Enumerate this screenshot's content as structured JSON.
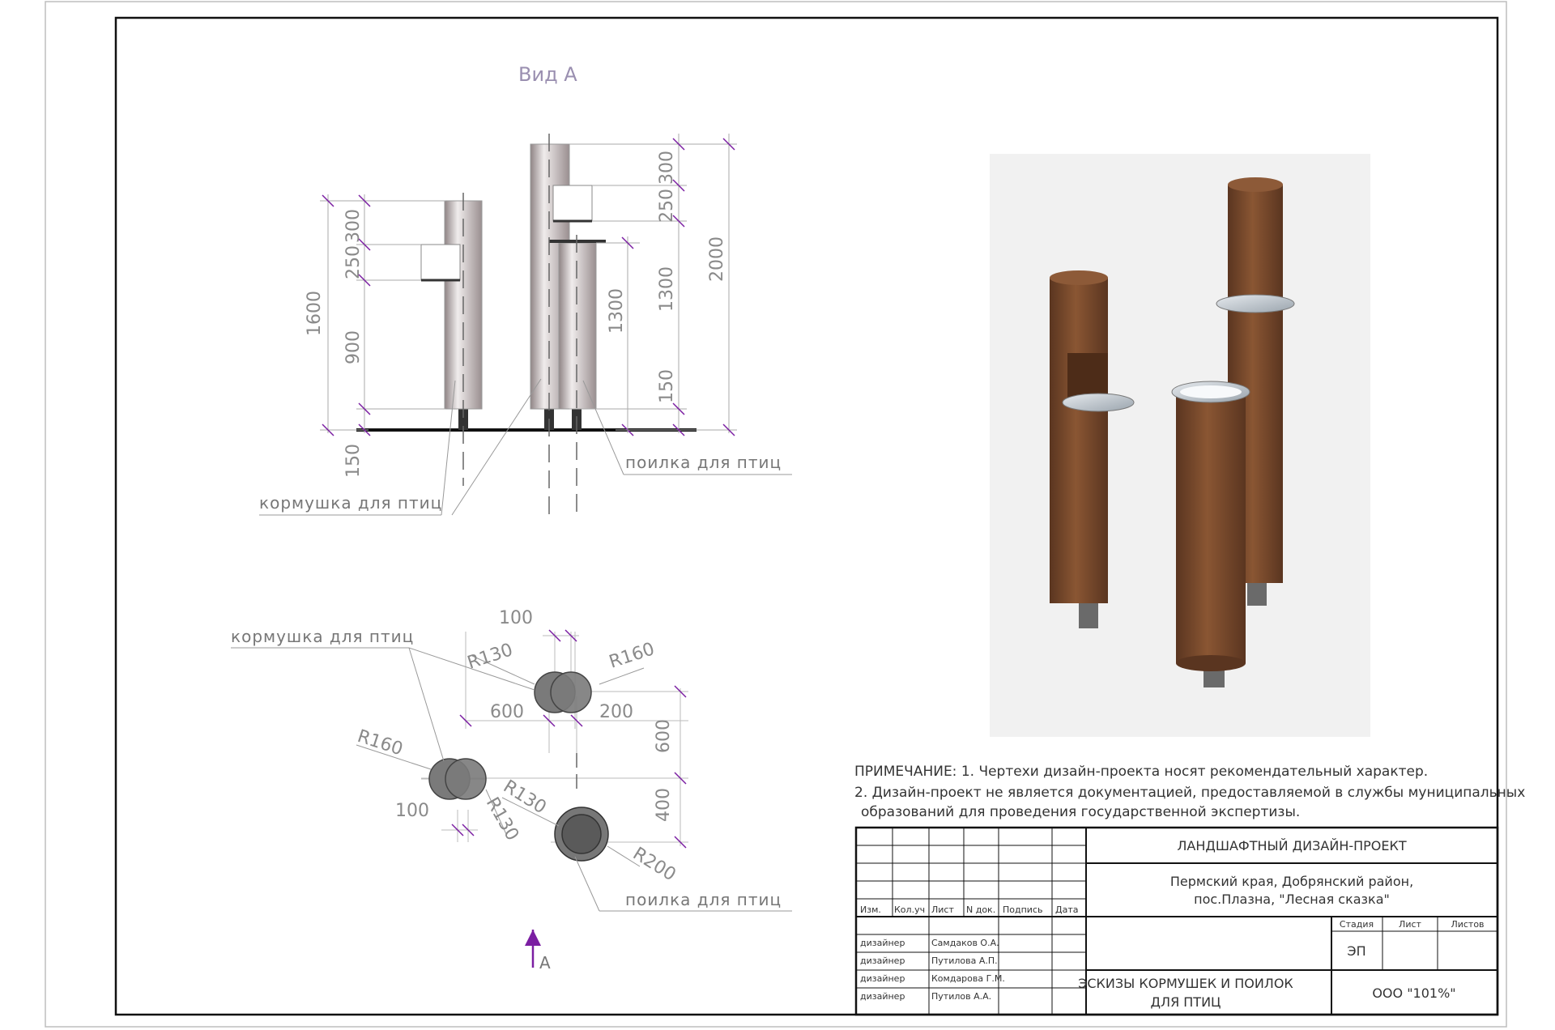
{
  "view_title": "Вид А",
  "front_view": {
    "dims_left": [
      "1600",
      "300",
      "250",
      "900",
      "150"
    ],
    "dims_mid": [
      "1300"
    ],
    "dims_right": [
      "300",
      "250",
      "1300",
      "150",
      "2000"
    ],
    "label_feeder": "кормушка для птиц",
    "label_drinker": "поилка для птиц"
  },
  "plan_view": {
    "label_feeder": "кормушка для птиц",
    "label_drinker": "поилка для птиц",
    "dims": [
      "100",
      "R130",
      "R160",
      "600",
      "200",
      "600",
      "R160",
      "R130",
      "100",
      "R130",
      "400",
      "R200"
    ],
    "arrow_label": "А"
  },
  "render_colors": {
    "wood": "#7a4a2a",
    "wood_dark": "#5a3520",
    "metal": "#b9c3cc",
    "post": "#555555"
  },
  "notes": {
    "line1": "ПРИМЕЧАНИЕ: 1. Чертехи дизайн-проекта носят рекомендательный характер.",
    "line2": "2. Дизайн-проект не является документацией, предоставляемой в службы муниципальных",
    "line3": "образований для проведения государственной экспертизы."
  },
  "title_block": {
    "project_type": "ЛАНДШАФТНЫЙ ДИЗАЙН-ПРОЕКТ",
    "location_line1": "Пермский края, Добрянский район,",
    "location_line2": "пос.Плазна, \"Лесная сказка\"",
    "headers": [
      "Изм.",
      "Кол.уч",
      "Лист",
      "N док.",
      "Подпись",
      "Дата"
    ],
    "stage_headers": [
      "Стадия",
      "Лист",
      "Листов"
    ],
    "stage": "ЭП",
    "staff": [
      {
        "role": "дизайнер",
        "name": "Самдаков О.А."
      },
      {
        "role": "дизайнер",
        "name": "Путилова А.П."
      },
      {
        "role": "дизайнер",
        "name": "Комдарова Г.М."
      },
      {
        "role": "дизайнер",
        "name": "Путилов А.А."
      }
    ],
    "sheet_title_line1": "ЭСКИЗЫ КОРМУШЕК И ПОИЛОК",
    "sheet_title_line2": "ДЛЯ ПТИЦ",
    "company": "ООО \"101%\""
  }
}
